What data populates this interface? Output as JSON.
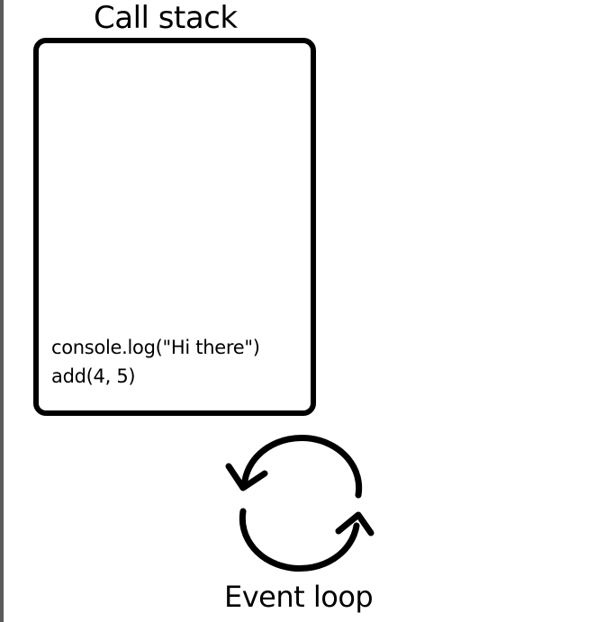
{
  "call_stack": {
    "title": "Call stack",
    "frames": [
      "console.log(\"Hi there\")",
      "add(4, 5)"
    ]
  },
  "event_loop": {
    "label": "Event loop",
    "icon": "cycle-arrows-icon"
  }
}
